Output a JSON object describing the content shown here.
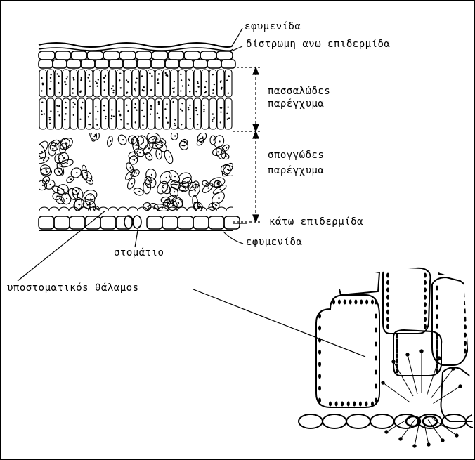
{
  "labels": {
    "cuticle_top": "εφυμενίδα",
    "upper_epidermis": "δίστρωμη ανω επιδερμίδα",
    "palisade_line1": "πασσαλώδεs",
    "palisade_line2": "παρέγχυμα",
    "spongy_line1": "σπογγώδεs",
    "spongy_line2": "παρέγχυμα",
    "lower_epidermis": "κάτω επιδερμίδα",
    "cuticle_bottom": "εφυμενίδα",
    "stoma": "στομάτιο",
    "substomatal_chamber": "υποστοματικόs θάλαμοs"
  },
  "colors": {
    "ink": "#000000",
    "paper": "#ffffff"
  }
}
